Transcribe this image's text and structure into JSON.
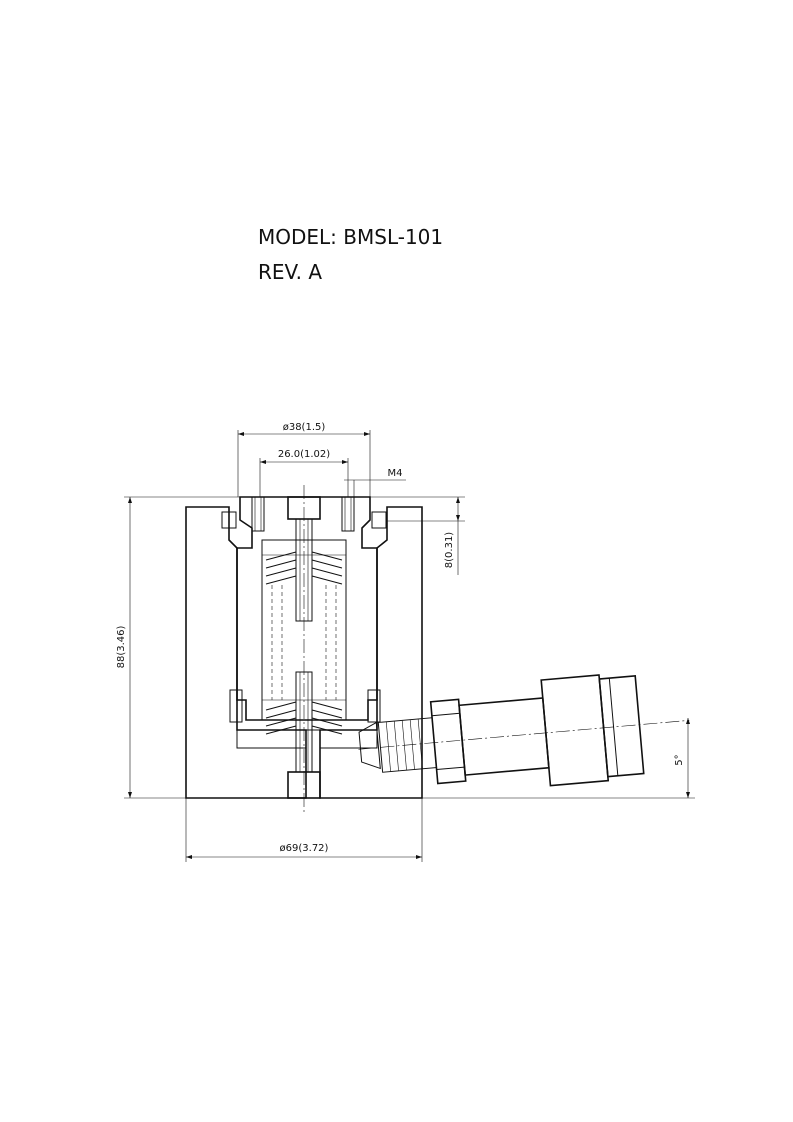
{
  "header": {
    "model": "MODEL: BMSL-101",
    "revision": "REV. A"
  },
  "dimensions": {
    "bore_diameter": "ø38(1.5)",
    "inner_width": "26.0(1.02)",
    "thread": "M4",
    "top_depth": "8(0.31)",
    "height": "88(3.46)",
    "outer_diameter": "ø69(3.72)",
    "angle": "5°"
  }
}
